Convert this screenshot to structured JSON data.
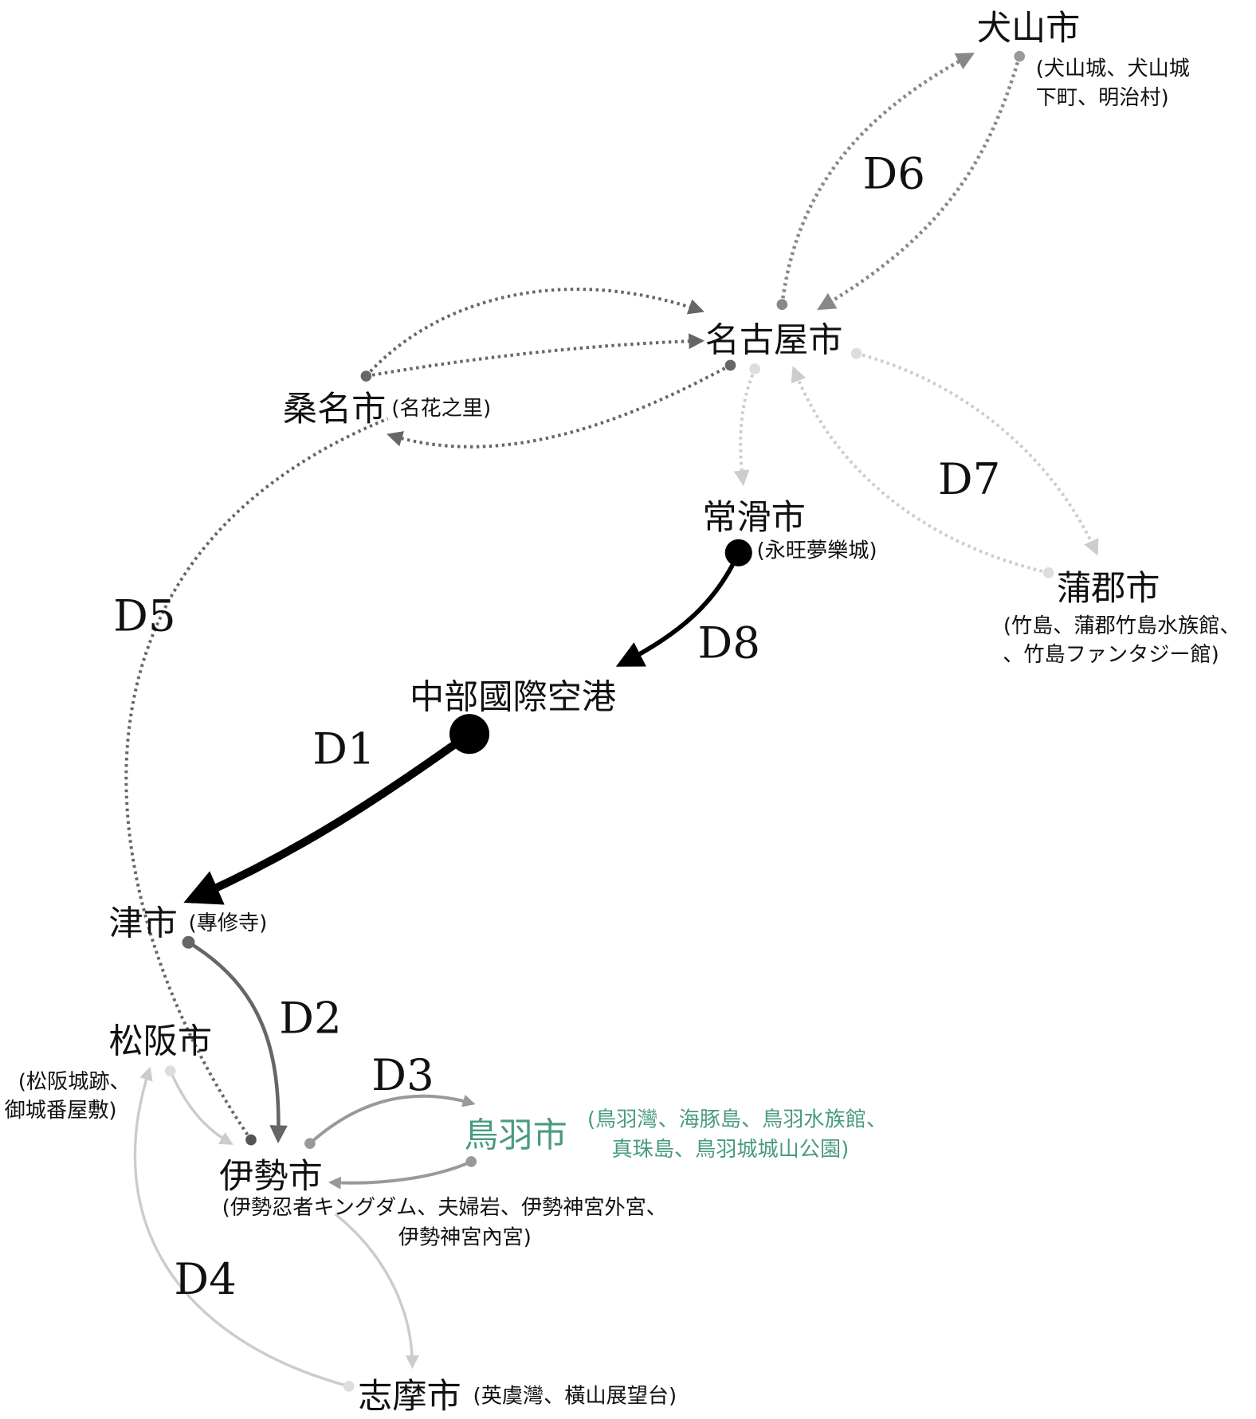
{
  "colors": {
    "accent": "#4a9a80",
    "dark": "#111111",
    "mid": "#666666",
    "light": "#cccccc"
  },
  "cities": {
    "inuyama": {
      "name": "犬山市",
      "sub1": "(犬山城、犬山城",
      "sub2": "下町、明治村)"
    },
    "nagoya": {
      "name": "名古屋市"
    },
    "kuwana": {
      "name": "桑名市",
      "sub1": "(名花之里)"
    },
    "tokoname": {
      "name": "常滑市",
      "sub1": "(永旺夢樂城)"
    },
    "gamagori": {
      "name": "蒲郡市",
      "sub1": "(竹島、蒲郡竹島水族館、",
      "sub2": "、竹島ファンタジー館)"
    },
    "chubu": {
      "name": "中部國際空港"
    },
    "tsu": {
      "name": "津市",
      "sub1": "(專修寺)"
    },
    "matsusaka": {
      "name": "松阪市",
      "sub1": "(松阪城跡、",
      "sub2": "御城番屋敷)"
    },
    "ise": {
      "name": "伊勢市",
      "sub1": "(伊勢忍者キングダム、夫婦岩、伊勢神宮外宮、",
      "sub2": "伊勢神宮內宮)"
    },
    "toba": {
      "name": "鳥羽市",
      "sub1": "(鳥羽灣、海豚島、鳥羽水族館、",
      "sub2": "真珠島、鳥羽城城山公園)"
    },
    "shima": {
      "name": "志摩市",
      "sub1": "(英虞灣、橫山展望台)"
    }
  },
  "routes": [
    "D1",
    "D2",
    "D3",
    "D4",
    "D5",
    "D6",
    "D7",
    "D8"
  ]
}
